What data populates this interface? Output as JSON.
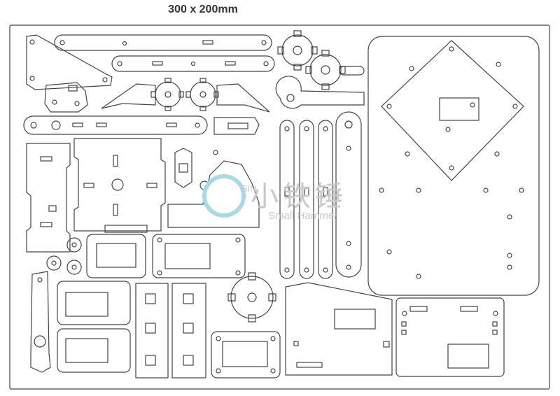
{
  "title": "300 x 200mm",
  "watermark": {
    "logo": "gear-robot-logo",
    "prefix": "SIN",
    "chinese": "小铁锤",
    "english": "Small Hammer"
  },
  "colors": {
    "line": "#444444",
    "logo": "#a9d9e6",
    "watermark_text": "#c9c9c9"
  }
}
